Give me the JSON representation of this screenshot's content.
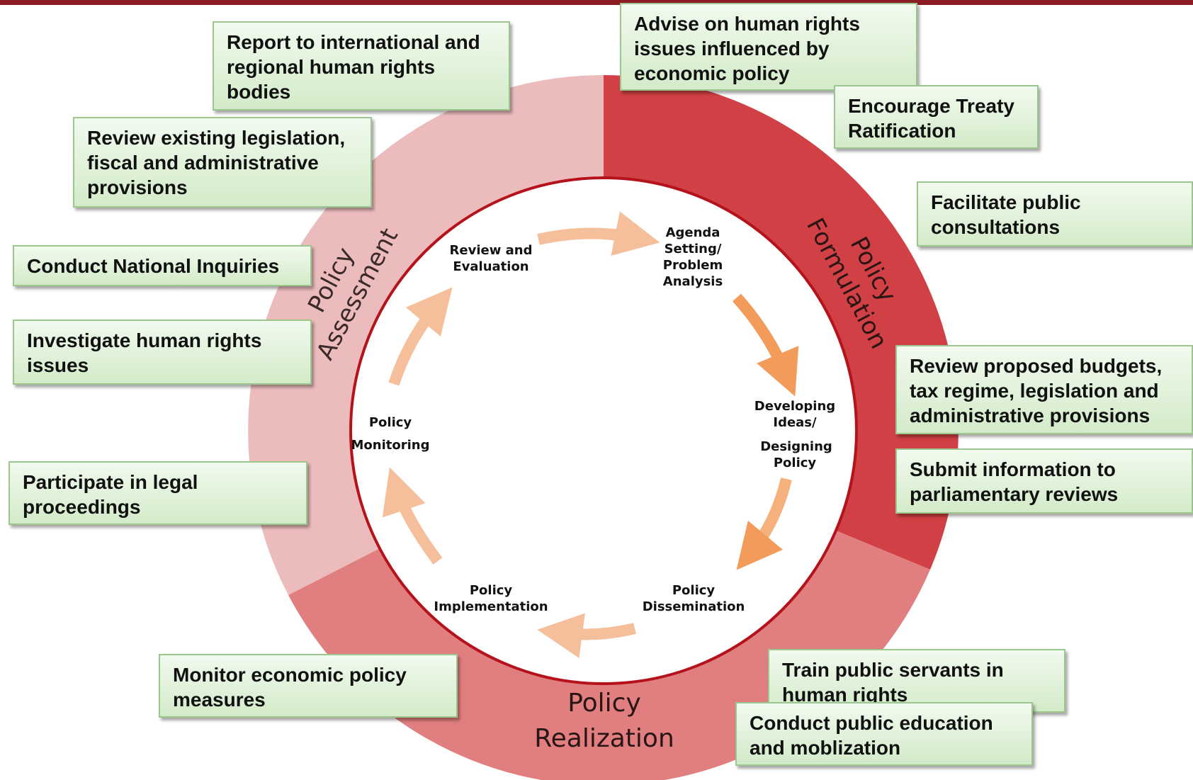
{
  "colors": {
    "top_bar": "#8c1c24",
    "assessment_sector": "#ecbcbd",
    "formulation_sector": "#d04044",
    "realization_sector": "#e17f80",
    "ring_outline": "#b5121b",
    "arrow_light": "#f6bf9b",
    "arrow_dark": "#f29b5b",
    "box_fill": "#dff0d8",
    "box_border": "#9cc68e"
  },
  "sectors": {
    "assessment": [
      "Policy",
      "Assessment"
    ],
    "formulation": [
      "Policy",
      "Formulation"
    ],
    "realization": [
      "Policy",
      "Realization"
    ]
  },
  "cycle": {
    "review": [
      "Review and",
      "Evaluation"
    ],
    "agenda": [
      "Agenda",
      "Setting/",
      "Problem",
      "Analysis"
    ],
    "developing": [
      "Developing",
      "Ideas/",
      "Designing",
      "Policy"
    ],
    "dissemination": [
      "Policy",
      "Dissemination"
    ],
    "implementation": [
      "Policy",
      "Implementation"
    ],
    "monitoring": [
      "Policy",
      "Monitoring"
    ]
  },
  "boxes": {
    "report": [
      "Report to international and",
      "regional  human rights",
      "bodies"
    ],
    "advise": [
      "Advise on human rights",
      "issues influenced by",
      "economic policy"
    ],
    "treaty": [
      "Encourage Treaty",
      "Ratification"
    ],
    "review_legislation": [
      "Review existing legislation,",
      "fiscal and administrative",
      "provisions"
    ],
    "consultations": [
      "Facilitate public",
      "consultations"
    ],
    "inquiries": [
      "Conduct National Inquiries"
    ],
    "investigate": [
      "Investigate human rights",
      "issues"
    ],
    "budgets": [
      "Review proposed  budgets,",
      "tax regime, legislation and",
      "administrative provisions"
    ],
    "submit": [
      "Submit information to",
      "parliamentary reviews"
    ],
    "legal": [
      "Participate in legal",
      "proceedings"
    ],
    "monitor": [
      "Monitor economic policy",
      "measures"
    ],
    "train": [
      "Train public servants in",
      "human rights"
    ],
    "education": [
      "Conduct public education",
      "and moblization"
    ]
  }
}
